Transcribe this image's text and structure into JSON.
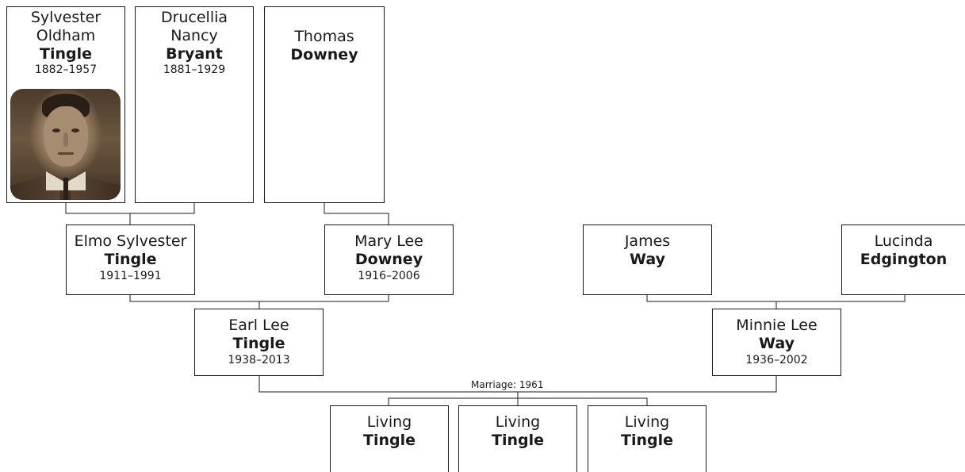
{
  "people": {
    "sylvester": {
      "given_1": "Sylvester",
      "given_2": "Oldham",
      "surname": "Tingle",
      "dates": "1882–1957"
    },
    "drucellia": {
      "given_1": "Drucellia",
      "given_2": "Nancy",
      "surname": "Bryant",
      "dates": "1881–1929"
    },
    "thomas": {
      "given": "Thomas",
      "surname": "Downey"
    },
    "elmo": {
      "given": "Elmo Sylvester",
      "surname": "Tingle",
      "dates": "1911–1991"
    },
    "mary_lee": {
      "given": "Mary Lee",
      "surname": "Downey",
      "dates": "1916–2006"
    },
    "james": {
      "given": "James",
      "surname": "Way"
    },
    "lucinda": {
      "given": "Lucinda",
      "surname": "Edgington"
    },
    "earl_lee": {
      "given": "Earl Lee",
      "surname": "Tingle",
      "dates": "1938–2013"
    },
    "minnie_lee": {
      "given": "Minnie Lee",
      "surname": "Way",
      "dates": "1936–2002"
    },
    "child_1": {
      "given": "Living",
      "surname": "Tingle"
    },
    "child_2": {
      "given": "Living",
      "surname": "Tingle"
    },
    "child_3": {
      "given": "Living",
      "surname": "Tingle"
    }
  },
  "marriage_label": "Marriage: 1961",
  "colors": {
    "line": "#1a1a1a",
    "box_border": "#1a1a1a",
    "background": "#ffffff"
  }
}
